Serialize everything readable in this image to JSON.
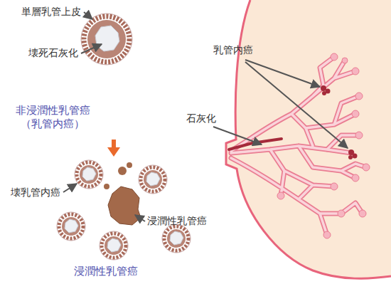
{
  "diagram": {
    "labels": [
      "単層乳管上皮",
      "壊死石灰化",
      "非浸潤性乳管癌 （乳管内癌）",
      "壊乳管内癌",
      "浸潤性乳管癌",
      "浸潤性乳管癌",
      "乳管内癌",
      "石灰化"
    ]
  }
}
